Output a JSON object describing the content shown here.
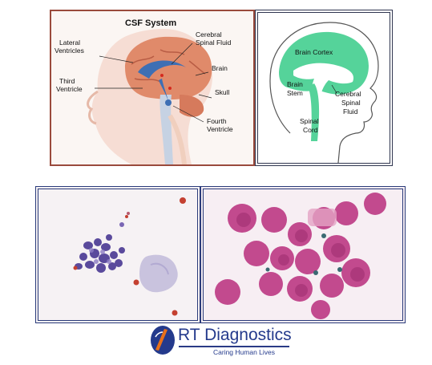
{
  "csf_diagram": {
    "title": "CSF System",
    "labels": {
      "lateral_ventricles": [
        "Lateral",
        "Ventricles"
      ],
      "third_ventricle": [
        "Third",
        "Ventricle"
      ],
      "cerebral_spinal_fluid": [
        "Cerebral",
        "Spinal Fluid"
      ],
      "brain": "Brain",
      "skull": "Skull",
      "fourth_ventricle": [
        "Fourth",
        "Ventricle"
      ]
    }
  },
  "head_diagram": {
    "labels": {
      "brain_cortex": "Brain Cortex",
      "brain_stem": [
        "Brain",
        "Stem"
      ],
      "cerebral_spinal_fluid": [
        "Cerebral",
        "Spinal",
        "Fluid"
      ],
      "spinal_cord": [
        "Spinal",
        "Cord"
      ]
    }
  },
  "logo": {
    "name": "RT Diagnostics",
    "tagline": "Caring Human Lives",
    "colors": {
      "blue": "#243a8c",
      "orange": "#e8701a"
    }
  }
}
